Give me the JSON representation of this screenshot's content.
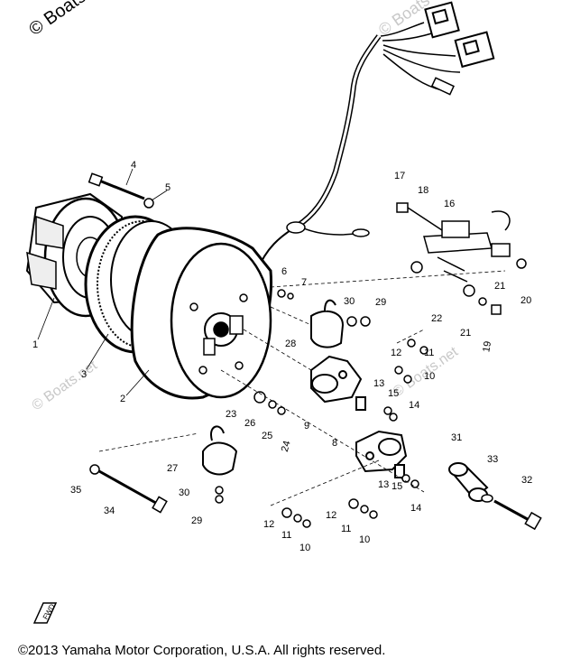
{
  "watermarks": {
    "top_left": "© Boats",
    "top_center": "© Boats",
    "mid_left": "© Boats.net",
    "mid_right": "© Boats.net"
  },
  "callouts": [
    {
      "id": "1",
      "label": "1"
    },
    {
      "id": "2",
      "label": "2"
    },
    {
      "id": "3",
      "label": "3"
    },
    {
      "id": "4",
      "label": "4"
    },
    {
      "id": "5",
      "label": "5"
    },
    {
      "id": "6",
      "label": "6"
    },
    {
      "id": "7",
      "label": "7"
    },
    {
      "id": "8",
      "label": "8"
    },
    {
      "id": "9",
      "label": "9"
    },
    {
      "id": "10a",
      "label": "10"
    },
    {
      "id": "10b",
      "label": "10"
    },
    {
      "id": "10c",
      "label": "10"
    },
    {
      "id": "11a",
      "label": "11"
    },
    {
      "id": "11b",
      "label": "11"
    },
    {
      "id": "11c",
      "label": "11"
    },
    {
      "id": "12a",
      "label": "12"
    },
    {
      "id": "12b",
      "label": "12"
    },
    {
      "id": "12c",
      "label": "12"
    },
    {
      "id": "13a",
      "label": "13"
    },
    {
      "id": "13b",
      "label": "13"
    },
    {
      "id": "14a",
      "label": "14"
    },
    {
      "id": "14b",
      "label": "14"
    },
    {
      "id": "15a",
      "label": "15"
    },
    {
      "id": "15b",
      "label": "15"
    },
    {
      "id": "16",
      "label": "16"
    },
    {
      "id": "17",
      "label": "17"
    },
    {
      "id": "18",
      "label": "18"
    },
    {
      "id": "19",
      "label": "19"
    },
    {
      "id": "20",
      "label": "20"
    },
    {
      "id": "21a",
      "label": "21"
    },
    {
      "id": "21b",
      "label": "21"
    },
    {
      "id": "22",
      "label": "22"
    },
    {
      "id": "23",
      "label": "23"
    },
    {
      "id": "24",
      "label": "24"
    },
    {
      "id": "25",
      "label": "25"
    },
    {
      "id": "26",
      "label": "26"
    },
    {
      "id": "27",
      "label": "27"
    },
    {
      "id": "28",
      "label": "28"
    },
    {
      "id": "29a",
      "label": "29"
    },
    {
      "id": "29b",
      "label": "29"
    },
    {
      "id": "30a",
      "label": "30"
    },
    {
      "id": "30b",
      "label": "30"
    },
    {
      "id": "31",
      "label": "31"
    },
    {
      "id": "32",
      "label": "32"
    },
    {
      "id": "33",
      "label": "33"
    },
    {
      "id": "34",
      "label": "34"
    },
    {
      "id": "35",
      "label": "35"
    }
  ],
  "front_mark": "FWD",
  "copyright": "©2013 Yamaha Motor Corporation, U.S.A. All rights reserved."
}
